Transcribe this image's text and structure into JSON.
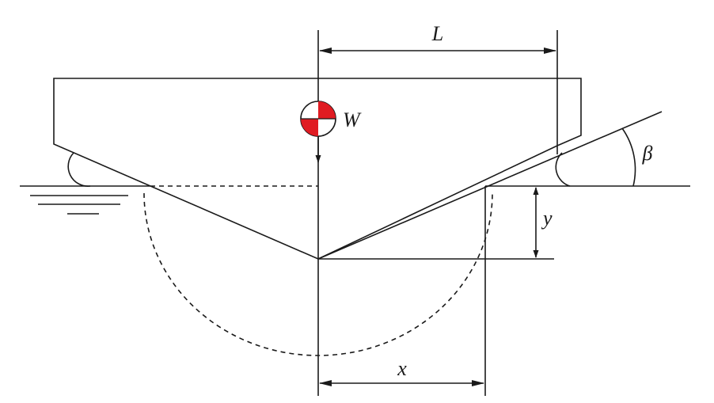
{
  "labels": {
    "length": "L",
    "weight": "W",
    "deadrise_angle": "β",
    "draft": "y",
    "half_width": "x"
  },
  "colors": {
    "line": "#1a1a1a",
    "cg_red": "#e01b22",
    "background": "#ffffff"
  },
  "icons": {
    "center_of_gravity": "center-of-gravity-icon",
    "water_surface": "water-surface-hatch-icon"
  }
}
